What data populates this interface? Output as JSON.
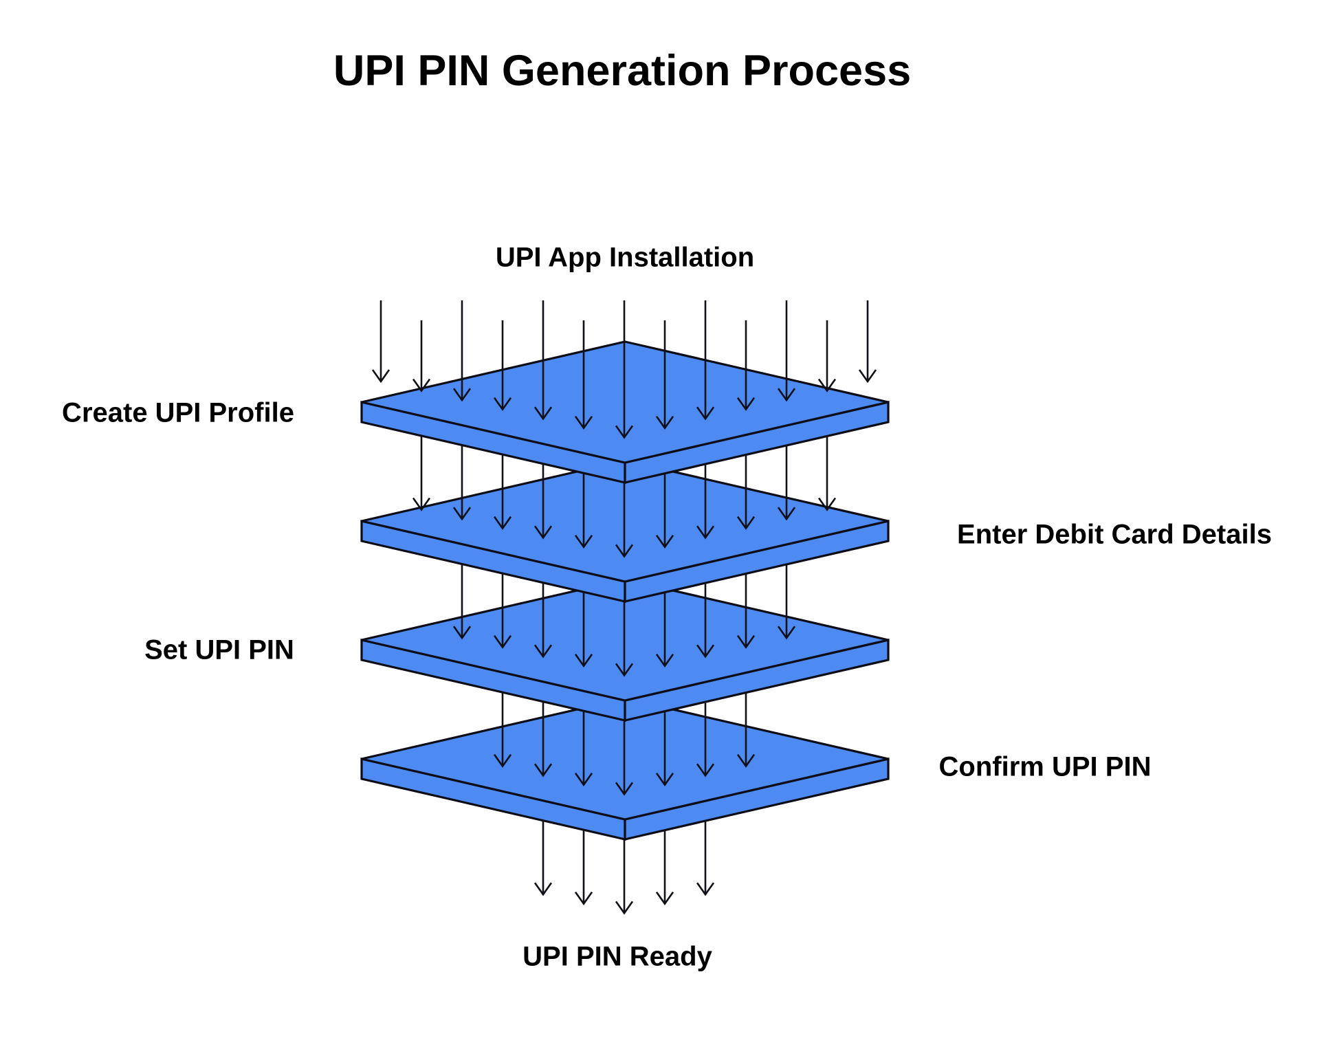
{
  "title": "UPI PIN Generation Process",
  "flow": {
    "start_label": "UPI App Installation",
    "end_label": "UPI PIN Ready",
    "layers": [
      {
        "label": "Create UPI Profile",
        "side": "left"
      },
      {
        "label": "Enter Debit Card Details",
        "side": "right"
      },
      {
        "label": "Set UPI PIN",
        "side": "left"
      },
      {
        "label": "Confirm UPI PIN",
        "side": "right"
      }
    ]
  },
  "colors": {
    "background": "#ffffff",
    "plate_fill": "#4d8af1",
    "outline": "#0d0d17",
    "arrow": "#101018",
    "text": "#000000"
  }
}
